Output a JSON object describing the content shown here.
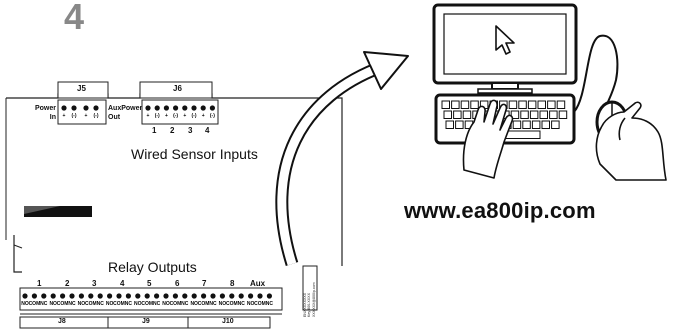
{
  "step": "4",
  "url": "www.ea800ip.com",
  "board": {
    "j5_label": "J5",
    "j6_label": "J6",
    "power_in": "Power In",
    "aux_power_out": "AuxPower Out",
    "pin_pos": "+",
    "pin_neg": "(-)",
    "wired_sensor_caption": "Wired Sensor Inputs",
    "sensor_numbers": [
      "1",
      "2",
      "3",
      "4"
    ],
    "relay_caption": "Relay Outputs",
    "relay_numbers": [
      "1",
      "2",
      "3",
      "4",
      "5",
      "6",
      "7",
      "8",
      "Aux"
    ],
    "relay_pin_labels": [
      "NO",
      "COM",
      "NC"
    ],
    "bottom_headers": [
      "J8",
      "J9",
      "J10"
    ],
    "sticker_lines": [
      "ENXXXXXXXX",
      "Key 800-XXXX",
      "XXXXXX@800ip.com"
    ]
  },
  "computer": {
    "monitor_icon": "monitor-icon",
    "cursor_icon": "cursor-arrow-icon",
    "keyboard_icon": "keyboard-icon",
    "mouse_icon": "mouse-icon",
    "hands_icon": "typing-hands-icon"
  }
}
